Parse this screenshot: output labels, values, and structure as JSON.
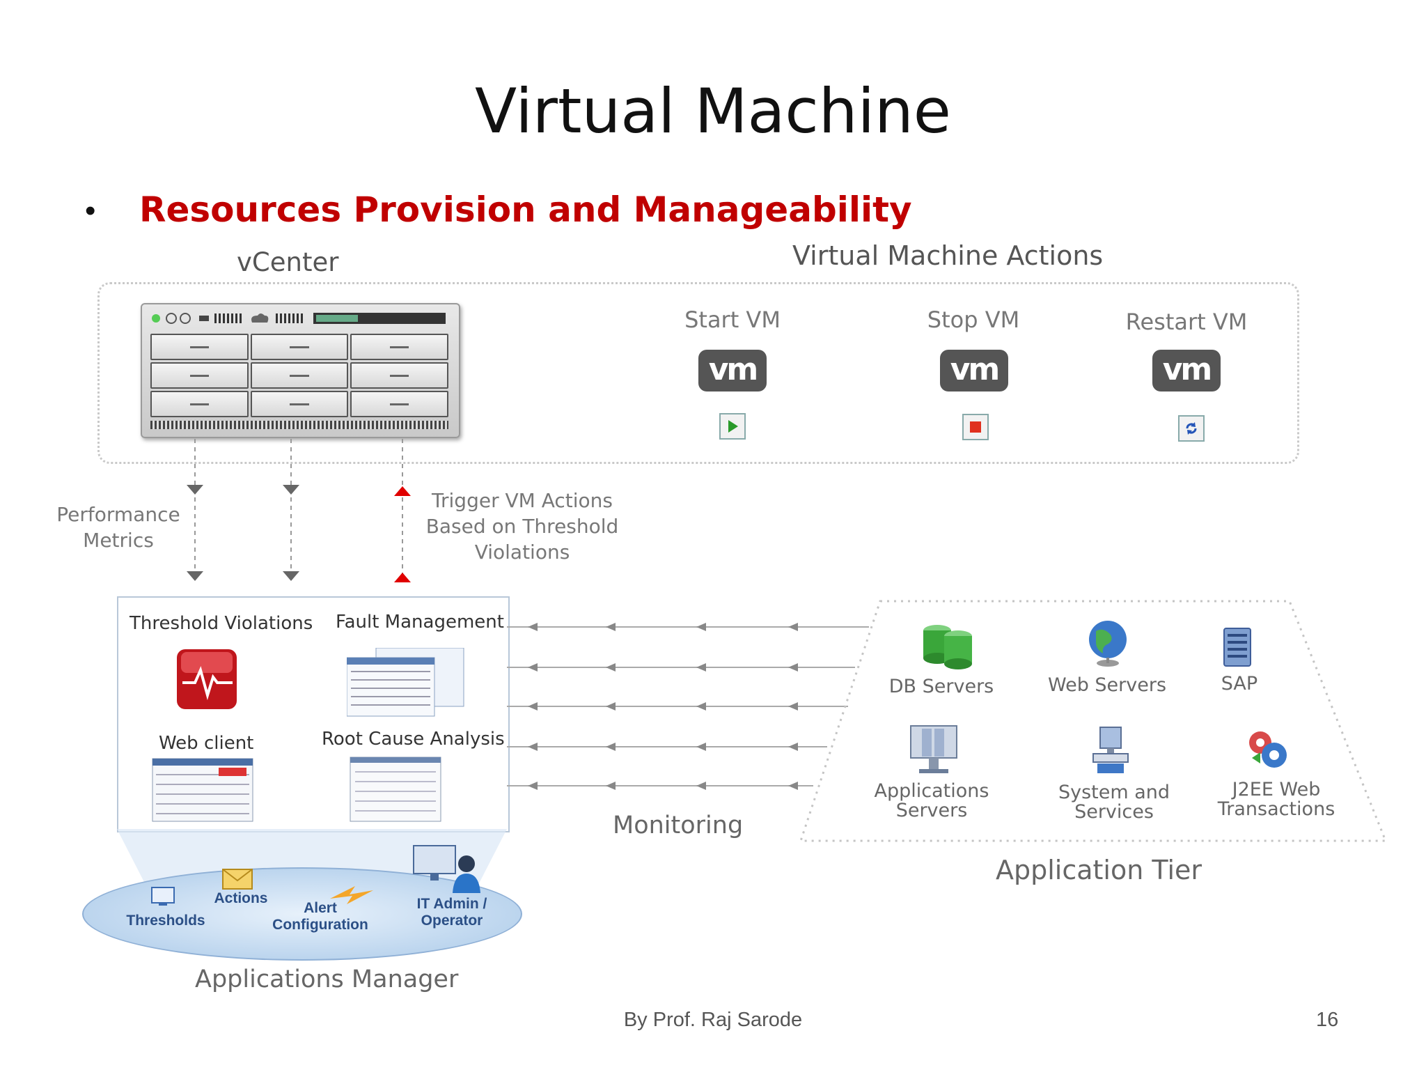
{
  "slide": {
    "title": "Virtual Machine",
    "bullet": "Resources Provision and Manageability",
    "footer": "By Prof. Raj Sarode",
    "page_number": "16"
  },
  "diagram": {
    "vcenter_label": "vCenter",
    "vm_actions_label": "Virtual Machine Actions",
    "actions": [
      {
        "label": "Start VM",
        "logo": "vm",
        "icon": "play-icon"
      },
      {
        "label": "Stop VM",
        "logo": "vm",
        "icon": "stop-icon"
      },
      {
        "label": "Restart VM",
        "logo": "vm",
        "icon": "restart-icon"
      }
    ],
    "performance_metrics": [
      "Performance",
      "Metrics"
    ],
    "trigger_text": [
      "Trigger VM Actions",
      "Based on Threshold",
      "Violations"
    ],
    "apps_manager_items": [
      "Threshold Violations",
      "Fault Management",
      "Web client",
      "Root Cause Analysis"
    ],
    "monitoring_label": "Monitoring",
    "application_tier_label": "Application Tier",
    "tier_items": [
      {
        "lines": [
          "DB Servers"
        ],
        "icon": "database-icon"
      },
      {
        "lines": [
          "Web Servers"
        ],
        "icon": "globe-icon"
      },
      {
        "lines": [
          "SAP"
        ],
        "icon": "server-icon"
      },
      {
        "lines": [
          "Applications",
          "Servers"
        ],
        "icon": "app-server-icon"
      },
      {
        "lines": [
          "System and",
          "Services"
        ],
        "icon": "computer-icon"
      },
      {
        "lines": [
          "J2EE Web",
          "Transactions"
        ],
        "icon": "gears-icon"
      }
    ],
    "ellipse_items": {
      "thresholds": "Thresholds",
      "actions": "Actions",
      "alert": [
        "Alert",
        "Configuration"
      ],
      "it_admin": [
        "IT Admin /",
        "Operator"
      ]
    },
    "applications_manager_label": "Applications Manager",
    "colors": {
      "accent": "#c00000",
      "arrow_up": "#e00000",
      "arrow_down": "#666666"
    }
  }
}
